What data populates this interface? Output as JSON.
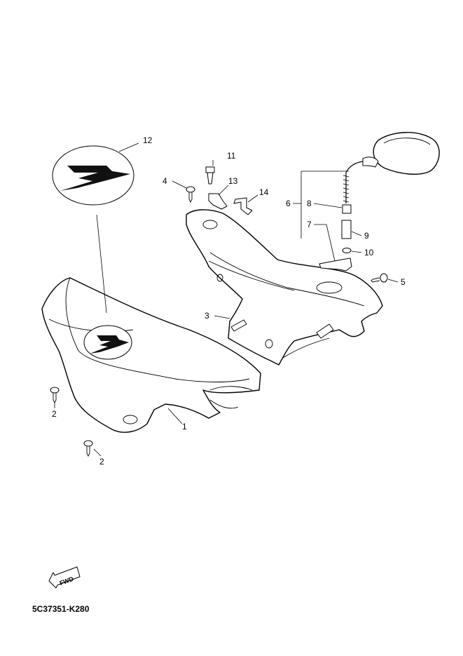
{
  "diagram": {
    "callouts": [
      {
        "id": "1",
        "label": "1"
      },
      {
        "id": "2a",
        "label": "2"
      },
      {
        "id": "2b",
        "label": "2"
      },
      {
        "id": "3",
        "label": "3"
      },
      {
        "id": "4",
        "label": "4"
      },
      {
        "id": "5",
        "label": "5"
      },
      {
        "id": "6",
        "label": "6"
      },
      {
        "id": "7",
        "label": "7"
      },
      {
        "id": "8",
        "label": "8"
      },
      {
        "id": "9",
        "label": "9"
      },
      {
        "id": "10",
        "label": "10"
      },
      {
        "id": "11",
        "label": "11"
      },
      {
        "id": "12",
        "label": "12"
      },
      {
        "id": "13",
        "label": "13"
      },
      {
        "id": "14",
        "label": "14"
      }
    ],
    "fwd_label": "FWD",
    "drawing_code": "5C37351-K280"
  }
}
